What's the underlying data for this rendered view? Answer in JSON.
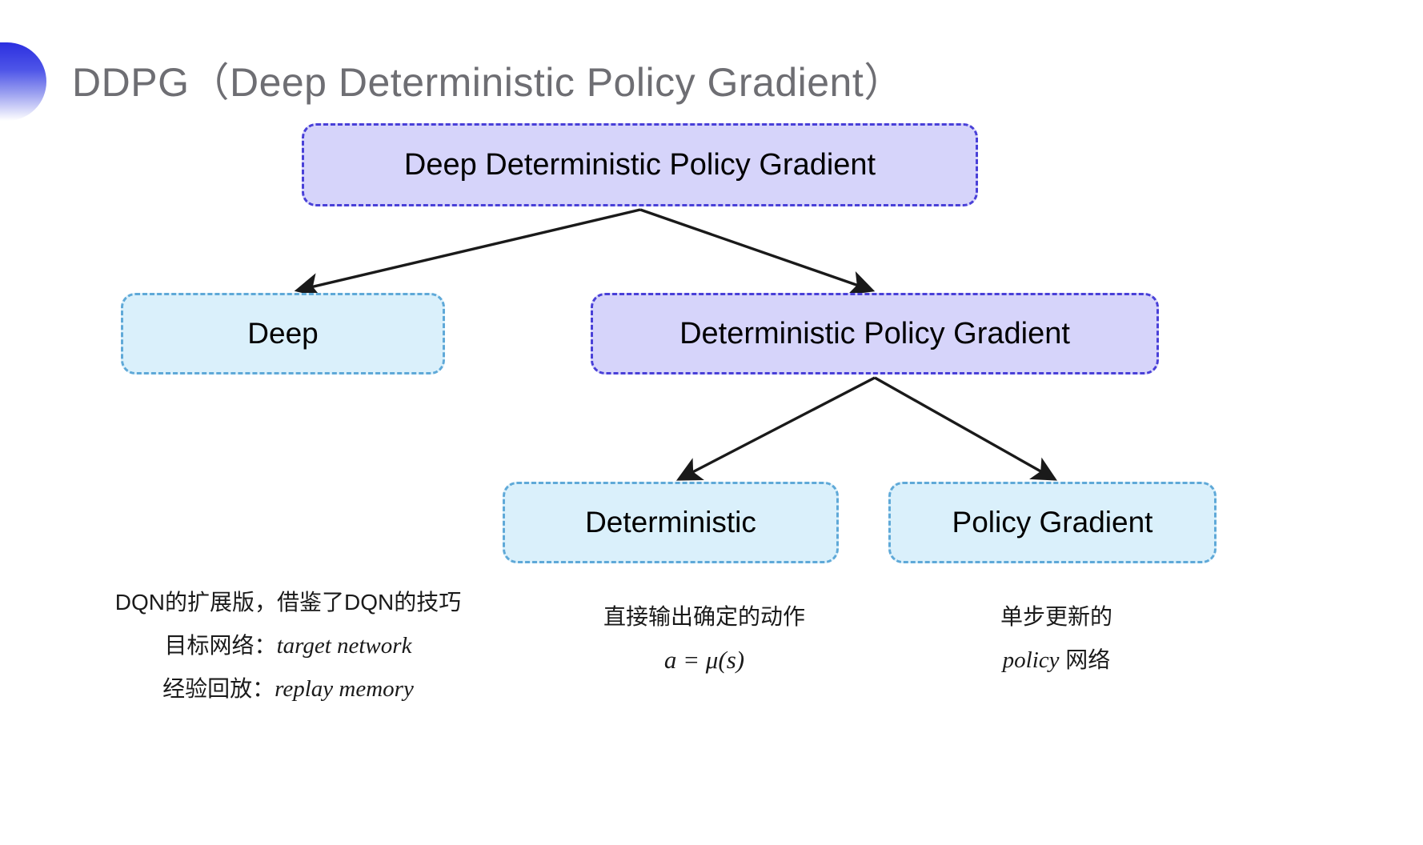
{
  "slide": {
    "title": "DDPG（Deep Deterministic Policy Gradient）",
    "background_color": "#ffffff",
    "accent_color": "#2b2fe0",
    "purple_fill": "#d6d4fa",
    "purple_border": "#4940d8",
    "blue_fill": "#daf0fb",
    "blue_border": "#5fa9d8"
  },
  "diagram": {
    "root": {
      "label": "Deep Deterministic Policy Gradient",
      "style": "purple"
    },
    "level2": [
      {
        "label": "Deep",
        "style": "blue"
      },
      {
        "label": "Deterministic Policy Gradient",
        "style": "purple"
      }
    ],
    "level3": [
      {
        "label": "Deterministic",
        "style": "blue"
      },
      {
        "label": "Policy Gradient",
        "style": "blue"
      }
    ]
  },
  "captions": {
    "left": {
      "line1": "DQN的扩展版，借鉴了DQN的技巧",
      "line2_label": "目标网络：",
      "line2_term": "target network",
      "line3_label": "经验回放：",
      "line3_term": "replay memory"
    },
    "middle": {
      "line1": "直接输出确定的动作",
      "formula": "a = μ(s)"
    },
    "right": {
      "line1": "单步更新的",
      "line2_term": "policy",
      "line2_label": " 网络"
    }
  }
}
